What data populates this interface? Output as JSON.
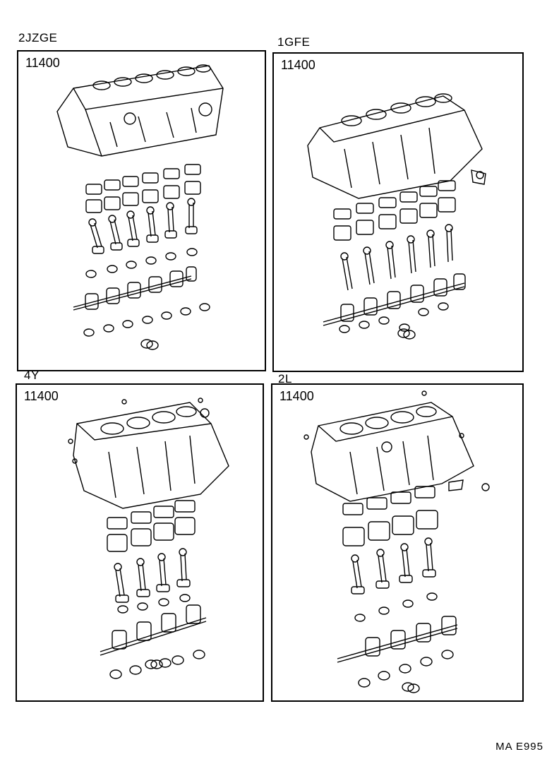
{
  "panels": [
    {
      "engine": "2JZGE",
      "part_number": "11400",
      "cylinders": 6,
      "layout": "straight"
    },
    {
      "engine": "1GFE",
      "part_number": "11400",
      "cylinders": 6,
      "layout": "angled"
    },
    {
      "engine": "4Y",
      "part_number": "11400",
      "cylinders": 4,
      "layout": "angled"
    },
    {
      "engine": "2L",
      "part_number": "11400",
      "cylinders": 4,
      "layout": "angled"
    }
  ],
  "footer": {
    "code": "MA  E995"
  }
}
